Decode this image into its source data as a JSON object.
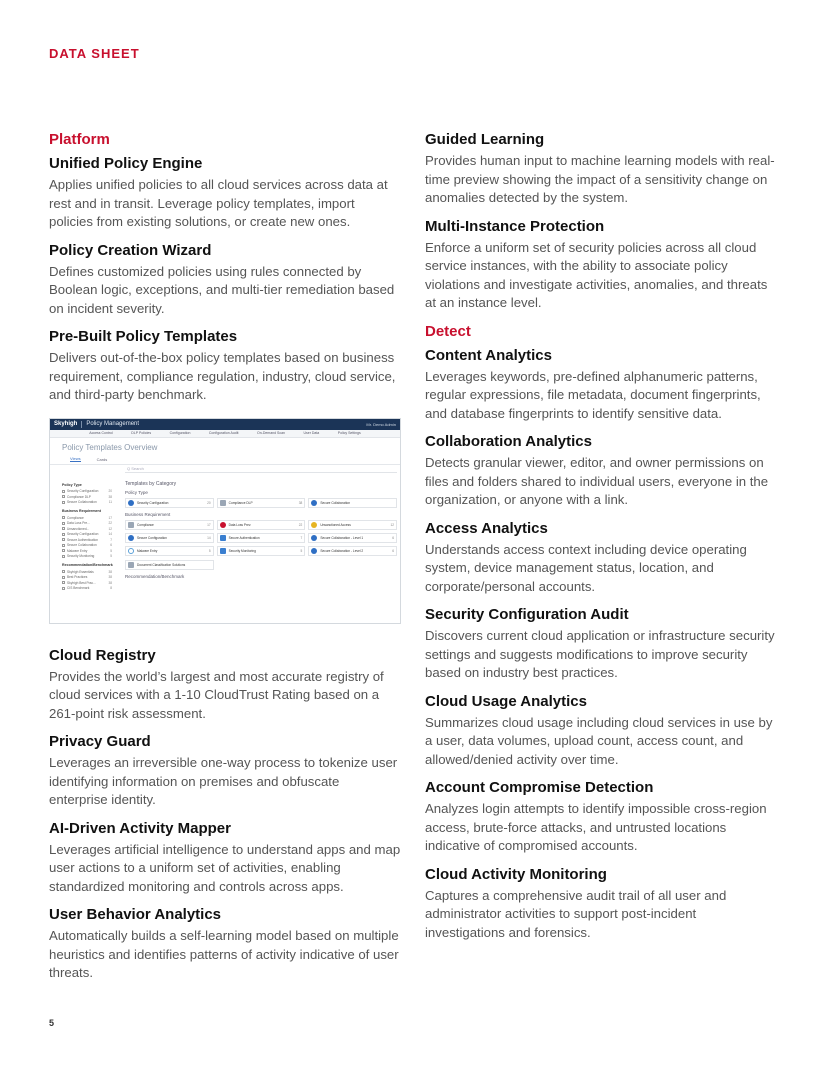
{
  "header": {
    "label": "DATA SHEET"
  },
  "left": {
    "section": "Platform",
    "features_top": [
      {
        "title": "Unified Policy Engine",
        "desc": "Applies unified policies to all cloud services across data at rest and in transit. Leverage policy templates, import policies from existing solutions, or create new ones."
      },
      {
        "title": "Policy Creation Wizard",
        "desc": "Defines customized policies using rules connected by Boolean logic, exceptions, and multi-tier remediation based on incident severity."
      },
      {
        "title": "Pre-Built Policy Templates",
        "desc": "Delivers out-of-the-box policy templates based on business requirement, compliance regulation, industry, cloud service, and third-party benchmark."
      }
    ],
    "features_bottom": [
      {
        "title": "Cloud Registry",
        "desc": "Provides the world’s largest and most accurate registry of cloud services with a 1-10 CloudTrust Rating based on a 261-point risk assessment."
      },
      {
        "title": "Privacy Guard",
        "desc": "Leverages an irreversible one-way process to tokenize user identifying information on premises and obfuscate enterprise identity."
      },
      {
        "title": "AI-Driven Activity Mapper",
        "desc": "Leverages artificial intelligence to understand apps and map user actions to a uniform set of activities, enabling standardized monitoring and controls across apps."
      },
      {
        "title": "User Behavior Analytics",
        "desc": "Automatically builds a self-learning model based on multiple heuristics and identifies patterns of activity indicative of user threats."
      }
    ]
  },
  "screenshot": {
    "logo": "Skyhigh",
    "app_title": "Policy Management",
    "user": "Mr. Demo Admin",
    "nav": [
      "Access Control",
      "DLP Policies",
      "Configuration",
      "Configuration Audit",
      "On-Demand Scan",
      "User Data",
      "Policy Settings"
    ],
    "page_title": "Policy Templates Overview",
    "tabs": [
      "Views",
      "Cards"
    ],
    "search_placeholder": "Q  Search",
    "sidebar": [
      {
        "heading": "Policy Type",
        "rows": [
          [
            "Security Configuration",
            "20"
          ],
          [
            "Compliance DLP",
            "38"
          ],
          [
            "Secure Collaboration",
            "11"
          ]
        ]
      },
      {
        "heading": "Business Requirement",
        "rows": [
          [
            "Compliance",
            "17"
          ],
          [
            "Data Loss Pre...",
            "22"
          ],
          [
            "Unsanctioned...",
            "12"
          ],
          [
            "Security Configuration",
            "14"
          ],
          [
            "Secure Authentication",
            "7"
          ],
          [
            "Secure Collaboration",
            "6"
          ],
          [
            "Malware Entry",
            "5"
          ],
          [
            "Security Monitoring",
            "5"
          ]
        ]
      },
      {
        "heading": "Recommendation/Benchmark",
        "rows": [
          [
            "Skyhigh Essentials",
            "38"
          ],
          [
            "Best Practices",
            "38"
          ],
          [
            "Skyhigh Best Prac...",
            "38"
          ],
          [
            "CIS Benchmark",
            "8"
          ]
        ]
      }
    ],
    "main_heading": "Templates by Category",
    "policy_type_label": "Policy Type",
    "policy_type_cards": [
      [
        "Security Configuration",
        "20"
      ],
      [
        "Compliance DLP",
        "38"
      ],
      [
        "Secure Collaboration",
        ""
      ]
    ],
    "business_label": "Business Requirement",
    "business_cards": [
      [
        "Compliance",
        "17"
      ],
      [
        "Data Loss Prev.",
        "22"
      ],
      [
        "Unsanctioned Access",
        "12"
      ],
      [
        "Secure Configuration",
        "14"
      ],
      [
        "Secure Authentication",
        "7"
      ],
      [
        "Secure Collaboration - Level 1",
        "6"
      ],
      [
        "Malware Entry",
        "5"
      ],
      [
        "Security Monitoring",
        "5"
      ],
      [
        "Secure Collaboration - Level 2",
        "6"
      ]
    ],
    "extra_card": [
      "Document Classification Solutions",
      ""
    ],
    "recommendation_label": "Recommendation/Benchmark"
  },
  "right": {
    "features_platform": [
      {
        "title": "Guided Learning",
        "desc": "Provides human input to machine learning models with real-time preview showing the impact of a sensitivity change on anomalies detected by the system."
      },
      {
        "title": "Multi-Instance Protection",
        "desc": "Enforce a uniform set of security policies across all cloud service instances, with the ability to associate policy violations and investigate activities, anomalies, and threats at an instance level."
      }
    ],
    "section": "Detect",
    "features_detect": [
      {
        "title": "Content Analytics",
        "desc": "Leverages keywords, pre-defined alphanumeric patterns, regular expressions, file metadata, document fingerprints, and database fingerprints to identify sensitive data."
      },
      {
        "title": "Collaboration Analytics",
        "desc": "Detects granular viewer, editor, and owner permissions on files and folders shared to individual users, everyone in the organization, or anyone with a link."
      },
      {
        "title": "Access Analytics",
        "desc": "Understands access context including device operating system, device management status, location, and corporate/personal accounts."
      },
      {
        "title": "Security Configuration Audit",
        "desc": "Discovers current cloud application or infrastructure security settings and suggests modifications to improve security based on industry best practices."
      },
      {
        "title": "Cloud Usage Analytics",
        "desc": "Summarizes cloud usage including cloud services in use by a user, data volumes, upload count, access count, and allowed/denied activity over time."
      },
      {
        "title": "Account Compromise Detection",
        "desc": "Analyzes login attempts to identify impossible cross-region access, brute-force attacks, and untrusted locations indicative of compromised accounts."
      },
      {
        "title": "Cloud Activity Monitoring",
        "desc": "Captures a comprehensive audit trail of all user and administrator activities to support post-incident investigations and forensics."
      }
    ]
  },
  "footer": {
    "page_number": "5"
  },
  "colors": {
    "accent": "#c8102e",
    "heading": "#111111",
    "body": "#555555",
    "screenshot_bar": "#1b3457"
  }
}
